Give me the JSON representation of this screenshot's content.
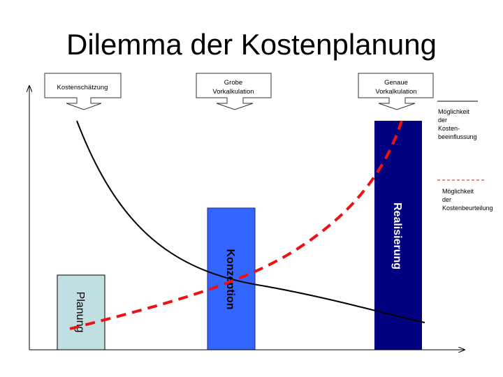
{
  "title": "Dilemma der Kostenplanung",
  "callouts": [
    {
      "lines": [
        "Kostenschätzung"
      ]
    },
    {
      "lines": [
        "Grobe",
        "Vorkalkulation"
      ]
    },
    {
      "lines": [
        "Genaue",
        "Vorkalkulation"
      ]
    }
  ],
  "phases": [
    {
      "label": "Planung",
      "color": "#bfdfe2",
      "text_color": "#000000"
    },
    {
      "label": "Konzeption",
      "color": "#3366ff",
      "text_color": "#000000"
    },
    {
      "label": "Realisierung",
      "color": "#000080",
      "text_color": "#ffffff"
    }
  ],
  "legend": [
    {
      "lines": [
        "Möglichkeit",
        "der",
        "Kosten-",
        "beeinflussung"
      ],
      "color": "#000000",
      "style": "solid"
    },
    {
      "lines": [
        "Möglichkeit",
        "der",
        "Kostenbeurteilung"
      ],
      "color": "#ff0000",
      "style": "dashed"
    }
  ]
}
